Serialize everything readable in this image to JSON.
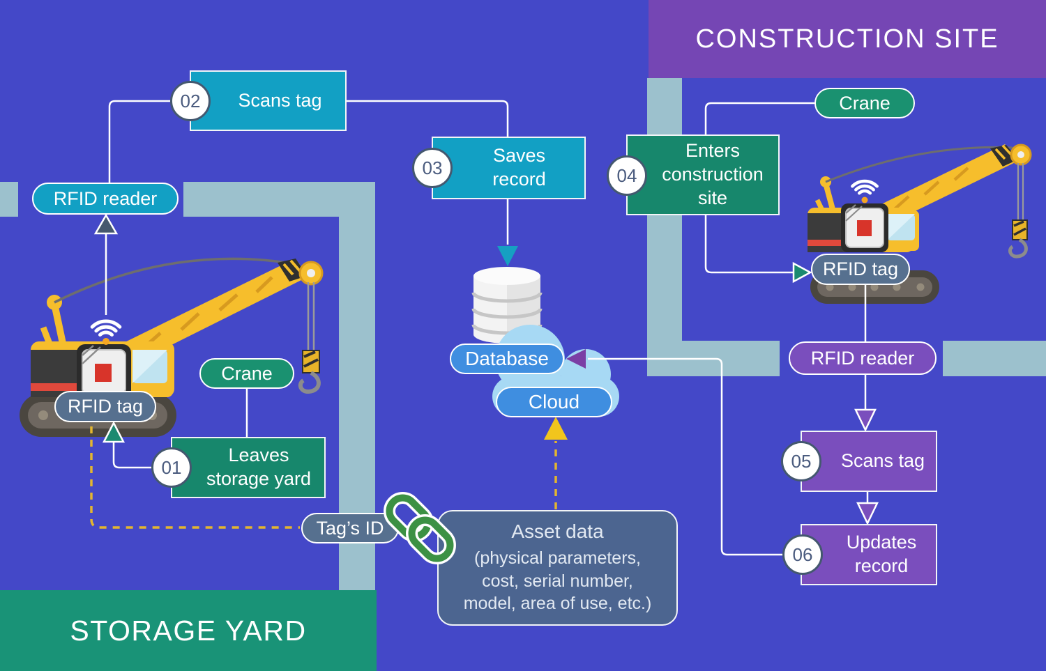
{
  "banners": {
    "construction_site": "CONSTRUCTION SITE",
    "storage_yard": "STORAGE YARD"
  },
  "steps": [
    {
      "num": "01",
      "label": "Leaves\nstorage yard"
    },
    {
      "num": "02",
      "label": "Scans tag"
    },
    {
      "num": "03",
      "label": "Saves\nrecord"
    },
    {
      "num": "04",
      "label": "Enters\nconstruction\nsite"
    },
    {
      "num": "05",
      "label": "Scans tag"
    },
    {
      "num": "06",
      "label": "Updates\nrecord"
    }
  ],
  "pills": {
    "rfid_reader_left": "RFID reader",
    "crane_left": "Crane",
    "rfid_tag_left": "RFID tag",
    "crane_right": "Crane",
    "rfid_tag_right": "RFID tag",
    "rfid_reader_right": "RFID reader",
    "database": "Database",
    "cloud": "Cloud",
    "tags_id": "Tag’s ID"
  },
  "asset_data": {
    "title": "Asset data",
    "line1": "(physical parameters,",
    "line2": "cost, serial number,",
    "line3": "model, area of use, etc.)"
  },
  "icons": {
    "wifi": "wifi-icon",
    "chain_link": "chain-link-icon",
    "database_cylinder": "database-cylinder-icon",
    "cloud_shape": "cloud-icon",
    "crane": "crane-icon"
  },
  "colors": {
    "background": "#4448C8",
    "road": "#9CC1CD",
    "teal": "#12A0C4",
    "green_box": "#17876C",
    "green_banner": "#199377",
    "green_pill": "#1A9170",
    "purple_banner": "#7546B4",
    "purple_box": "#7A4EBD",
    "slate_pill": "#56708F",
    "slate_box": "#4C6590",
    "blue_pill": "#3F8EE0",
    "cloud_shape": "#A7D9F4",
    "yellow_dash": "#E3B62F",
    "yellow_arrow": "#F2C51D",
    "chain_green": "#3C9144",
    "arrow_dark": "#46586E",
    "arrow_green": "#1B8A70",
    "arrow_teal": "#16A0C2",
    "arrow_purple": "#7B3FA5"
  }
}
